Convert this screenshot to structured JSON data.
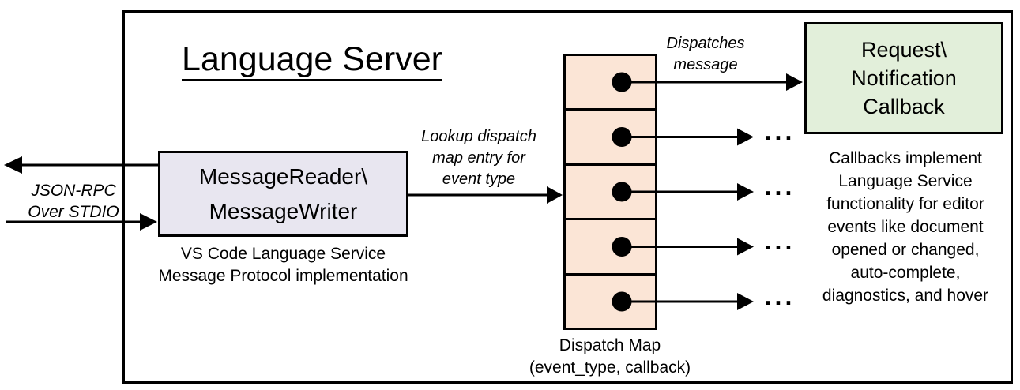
{
  "diagram": {
    "title": "Language Server",
    "io_label": {
      "lines": [
        "JSON-RPC",
        "Over STDIO"
      ]
    },
    "message_box": {
      "lines": [
        "MessageReader\\",
        "MessageWriter"
      ],
      "caption": {
        "lines": [
          "VS Code Language Service",
          "Message Protocol implementation"
        ]
      }
    },
    "lookup_label": {
      "lines": [
        "Lookup dispatch",
        "map entry for",
        "event type"
      ]
    },
    "dispatch_label": {
      "lines": [
        "Dispatches",
        "message"
      ]
    },
    "dispatch_map": {
      "cell_count": 5,
      "caption": {
        "lines": [
          "Dispatch Map",
          "(event_type, callback)"
        ]
      }
    },
    "callback_box": {
      "lines": [
        "Request\\",
        "Notification",
        "Callback"
      ]
    },
    "callback_note": {
      "lines": [
        "Callbacks implement",
        "Language Service",
        "functionality for editor",
        "events like document",
        "opened or changed,",
        "auto-complete,",
        "diagnostics, and hover"
      ]
    },
    "ellipsis": "...",
    "colors": {
      "line": "#000000",
      "message_box_fill": "#e8e6f0",
      "dispatch_map_fill": "#fbe5d6",
      "callback_box_fill": "#e2efda"
    }
  }
}
